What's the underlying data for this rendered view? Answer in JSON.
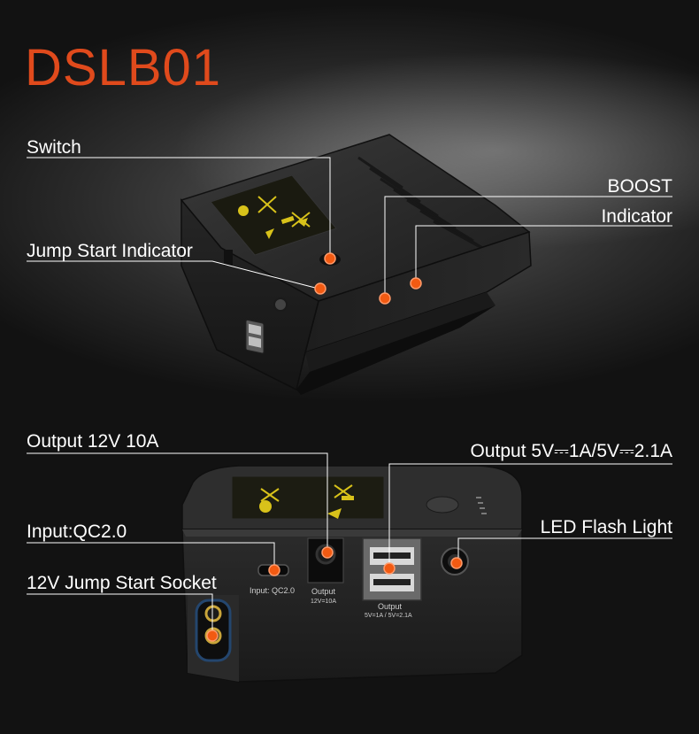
{
  "title": "DSLB01",
  "colors": {
    "accent": "#e04a1c",
    "dot": "#f25a12",
    "line": "#ffffff"
  },
  "top_device": {
    "labels": {
      "switch": "Switch",
      "jump_start_indicator": "Jump Start Indicator",
      "boost": "BOOST",
      "indicator": "Indicator"
    }
  },
  "bottom_device": {
    "labels": {
      "output_12v": "Output 12V 10A",
      "output_5v": "Output 5V⎓1A/5V⎓2.1A",
      "input_qc": "Input:QC2.0",
      "led_flash_light": "LED Flash Light",
      "jump_start_socket": "12V Jump Start Socket"
    },
    "panel_text": {
      "input": "Input: QC2.0",
      "output": "Output",
      "output_spec": "12V=10A",
      "usb_output": "Output",
      "usb_spec": "5V=1A / 5V=2.1A"
    }
  }
}
